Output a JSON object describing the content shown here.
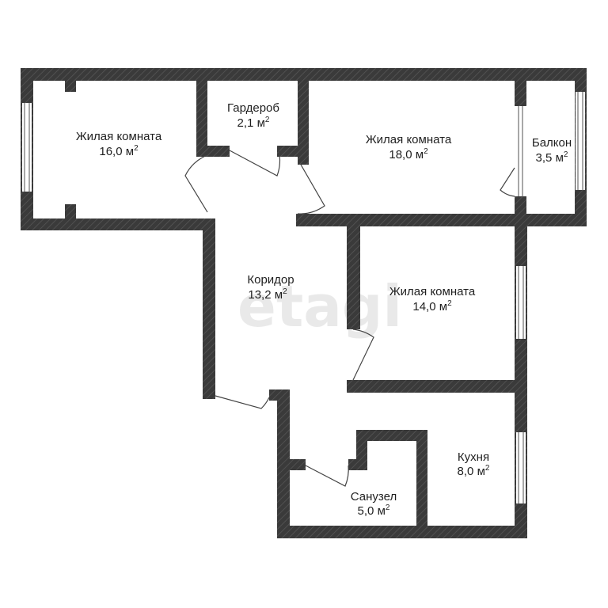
{
  "rooms": [
    {
      "name": "Жилая комната",
      "area": "16,0 м",
      "sup": "2"
    },
    {
      "name": "Гардероб",
      "area": "2,1 м",
      "sup": "2"
    },
    {
      "name": "Жилая комната",
      "area": "18,0 м",
      "sup": "2"
    },
    {
      "name": "Балкон",
      "area": "3,5 м",
      "sup": "2"
    },
    {
      "name": "Коридор",
      "area": "13,2 м",
      "sup": "2"
    },
    {
      "name": "Жилая комната",
      "area": "14,0 м",
      "sup": "2"
    },
    {
      "name": "Кухня",
      "area": "8,0 м",
      "sup": "2"
    },
    {
      "name": "Санузел",
      "area": "5,0 м",
      "sup": "2"
    }
  ],
  "watermark": "etagi",
  "colors": {
    "wall": "#3a3a3a",
    "hatch": "#5a5a5a",
    "background": "#ffffff"
  }
}
